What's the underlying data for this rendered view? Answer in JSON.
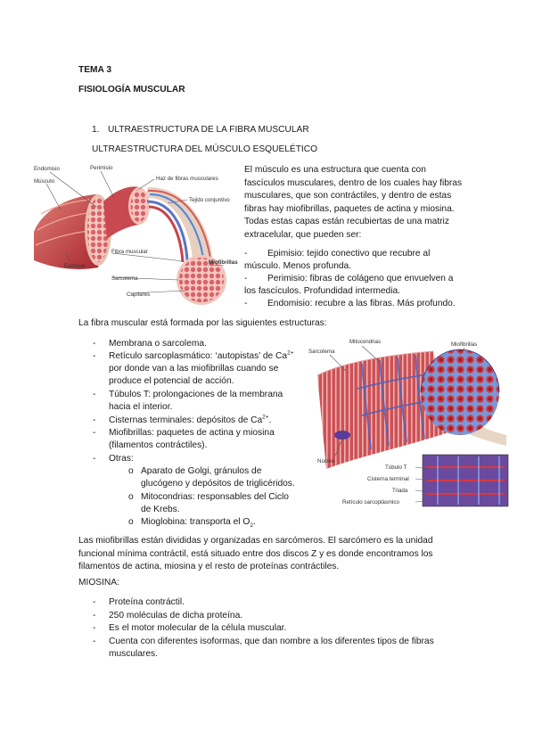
{
  "header": {
    "tema": "TEMA 3",
    "title": "FISIOLOGÍA MUSCULAR"
  },
  "section1": {
    "number": "1.",
    "heading": "ULTRAESTRUCTURA DE LA FIBRA MUSCULAR",
    "subheading": "ULTRAESTRUCTURA DEL MÚSCULO ESQUELÉTICO"
  },
  "figure1": {
    "labels": {
      "endomisio": "Endomisio",
      "musculo": "Músculo",
      "perimisio": "Perimisio",
      "haz": "Haz de fibras musculares",
      "tejido": "Tejido conjuntivo",
      "fibra": "Fibra muscular",
      "epimisio": "Epimisio",
      "sarcolema": "Sarcolema",
      "miofibrillas": "Miofibrillas",
      "capilares": "Capilares"
    }
  },
  "intro": {
    "lines": [
      "El músculo es una estructura que cuenta con",
      "fascículos musculares, dentro de los cuales hay fibras",
      "musculares, que son contráctiles, y dentro de estas",
      "fibras hay miofibrillas, paquetes de actina y miosina.",
      "Todas estas capas están recubiertas de una matriz",
      "extracelular, que pueden ser:"
    ],
    "items": [
      {
        "first": "Epimisio: tejido conectivo que recubre al",
        "second": "músculo. Menos profunda."
      },
      {
        "first": "Perimisio: fibras de colágeno que envuelven a",
        "second": "los fascículos. Profundidad intermedia."
      },
      {
        "first": "Endomisio: recubre a las fibras. Más profundo.",
        "second": ""
      }
    ]
  },
  "fibra": {
    "intro": "La fibra muscular está formada por las siguientes estructuras:",
    "membrana": "Membrana o sarcolema.",
    "reticulo": {
      "l1": "Retículo sarcoplasmático: ‘autopistas’ de Ca",
      "sup": "2+",
      "l2": "por donde van a las miofibrillas cuando se",
      "l3": "produce el potencial de acción."
    },
    "tubulos": {
      "l1": "Túbulos T: prolongaciones de la membrana",
      "l2": "hacia el interior."
    },
    "cisternas": {
      "text": "Cisternas terminales: depósitos de Ca",
      "sup": "2+",
      "end": "."
    },
    "miofibrillas": {
      "l1": "Miofibrillas: paquetes de actina y miosina",
      "l2": "(filamentos contráctiles)."
    },
    "otras": "Otras:",
    "sub_bullet": "o",
    "golgi": {
      "l1": "Aparato de Golgi, gránulos de",
      "l2": "glucógeno y depósitos de triglicéridos."
    },
    "mito": {
      "l1": "Mitocondrias: responsables del Ciclo",
      "l2": "de Krebs."
    },
    "mioglobina": {
      "text": "Mioglobina: transporta el O",
      "sub": "2",
      "end": "."
    }
  },
  "figure2": {
    "labels": {
      "sarcolema": "Sarcolema",
      "mitocondrias": "Mitocondrias",
      "miofibrillas": "Miofibrillas",
      "nucleo": "Núcleo",
      "tubulo": "Túbulo T",
      "cisterna": "Cisterna terminal",
      "triada": "Triada",
      "reticulo": "Retículo sarcoplásmico"
    }
  },
  "sarcomero": {
    "lines": [
      "Las miofibrillas están divididas y organizadas en sarcómeros. El sarcómero es la unidad",
      "funcional mínima contráctil, está situado entre dos discos Z y es donde encontramos los",
      "filamentos de actina, miosina y el resto de proteínas contráctiles."
    ]
  },
  "miosina": {
    "heading": "MIOSINA:",
    "items": [
      "Proteína contráctil.",
      "250 moléculas de dicha proteína.",
      "Es el motor molecular de la célula muscular.",
      "Cuenta con diferentes isoformas, que dan nombre a los diferentes tipos de fibras"
    ],
    "item4_cont": "musculares."
  },
  "bullet": "-",
  "colors": {
    "muscle": "#c8424a",
    "muscle_light": "#e6a29a",
    "nerve_blue": "#5a74c8",
    "tendon": "#e8d6c4"
  }
}
